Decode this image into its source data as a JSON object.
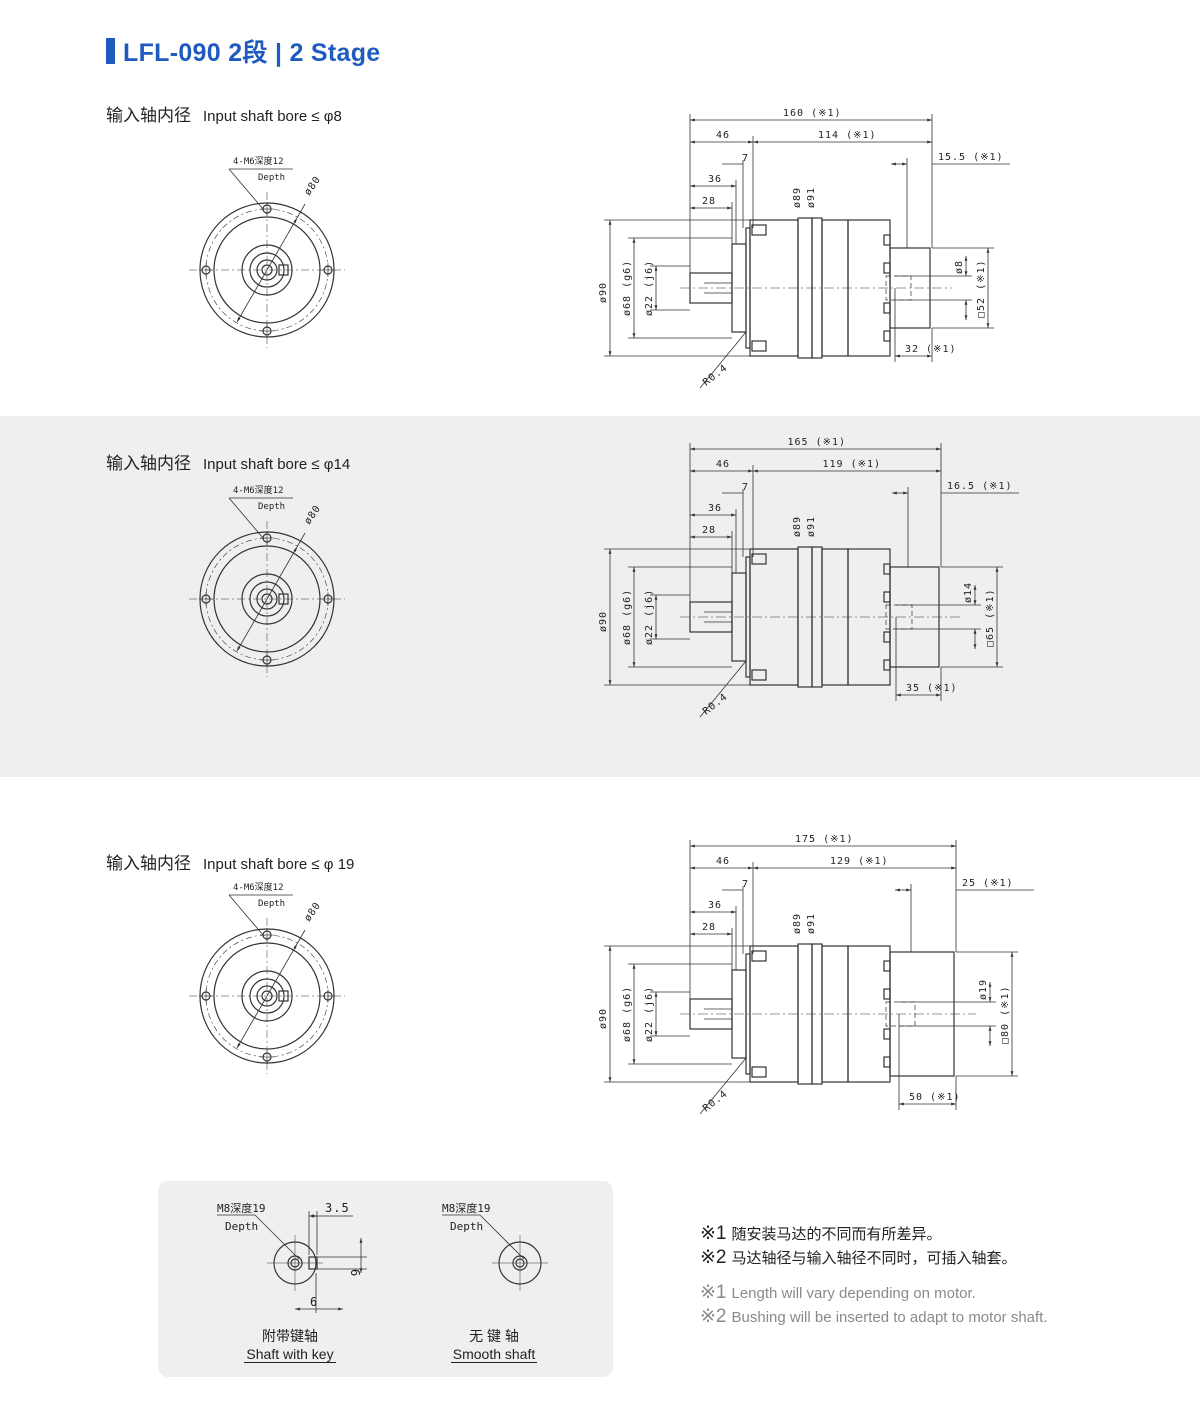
{
  "title": "LFL-090  2段  | 2 Stage",
  "accent_color": "#1f5bbf",
  "sections": [
    {
      "label_cn": "输入轴内径",
      "label_en": "Input shaft bore  ≤ φ8",
      "front": {
        "tap": "4-M6深度12",
        "depth": "Depth",
        "pcd": "ø80"
      },
      "side": {
        "total": "160 (※1)",
        "d46": "46",
        "rest": "114 (※1)",
        "d7": "7",
        "d36": "36",
        "d28": "28",
        "end": "15.5 (※1)",
        "flange": "32 (※1)",
        "od89": "ø89",
        "od91": "ø91",
        "od90": "ø90",
        "od68": "ø68 (g6)",
        "od22": "ø22 (j6)",
        "bore": "ø8",
        "sq": "□52 (※1)",
        "r": "R0.4"
      }
    },
    {
      "label_cn": "输入轴内径",
      "label_en": "Input shaft bore  ≤ φ14",
      "front": {
        "tap": "4-M6深度12",
        "depth": "Depth",
        "pcd": "ø80"
      },
      "side": {
        "total": "165 (※1)",
        "d46": "46",
        "rest": "119 (※1)",
        "d7": "7",
        "d36": "36",
        "d28": "28",
        "end": "16.5 (※1)",
        "flange": "35 (※1)",
        "od89": "ø89",
        "od91": "ø91",
        "od90": "ø90",
        "od68": "ø68 (g6)",
        "od22": "ø22 (j6)",
        "bore": "ø14",
        "sq": "□65 (※1)",
        "r": "R0.4"
      }
    },
    {
      "label_cn": "输入轴内径",
      "label_en": "Input shaft bore  ≤ φ 19",
      "front": {
        "tap": "4-M6深度12",
        "depth": "Depth",
        "pcd": "ø80"
      },
      "side": {
        "total": "175 (※1)",
        "d46": "46",
        "rest": "129 (※1)",
        "d7": "7",
        "d36": "36",
        "d28": "28",
        "end": "25 (※1)",
        "flange": "50 (※1)",
        "od89": "ø89",
        "od91": "ø91",
        "od90": "ø90",
        "od68": "ø68 (g6)",
        "od22": "ø22 (j6)",
        "bore": "ø19",
        "sq": "□80 (※1)",
        "r": "R0.4"
      }
    }
  ],
  "shafts": {
    "keyed": {
      "tap": "M8深度19",
      "depth": "Depth",
      "dim_a": "3.5",
      "dim_b": "6",
      "dim_c": "6",
      "caption_cn": "附带键轴",
      "caption_en": "Shaft with key"
    },
    "smooth": {
      "tap": "M8深度19",
      "depth": "Depth",
      "caption_cn": "无 键 轴",
      "caption_en": "Smooth shaft"
    }
  },
  "notes": {
    "cn1_mark": "※1",
    "cn1": "随安装马达的不同而有所差异。",
    "cn2_mark": "※2",
    "cn2": "马达轴径与输入轴径不同时，可插入轴套。",
    "en1_mark": "※1",
    "en1": "Length will vary depending on motor.",
    "en2_mark": "※2",
    "en2": "Bushing will be inserted to adapt to motor shaft."
  }
}
